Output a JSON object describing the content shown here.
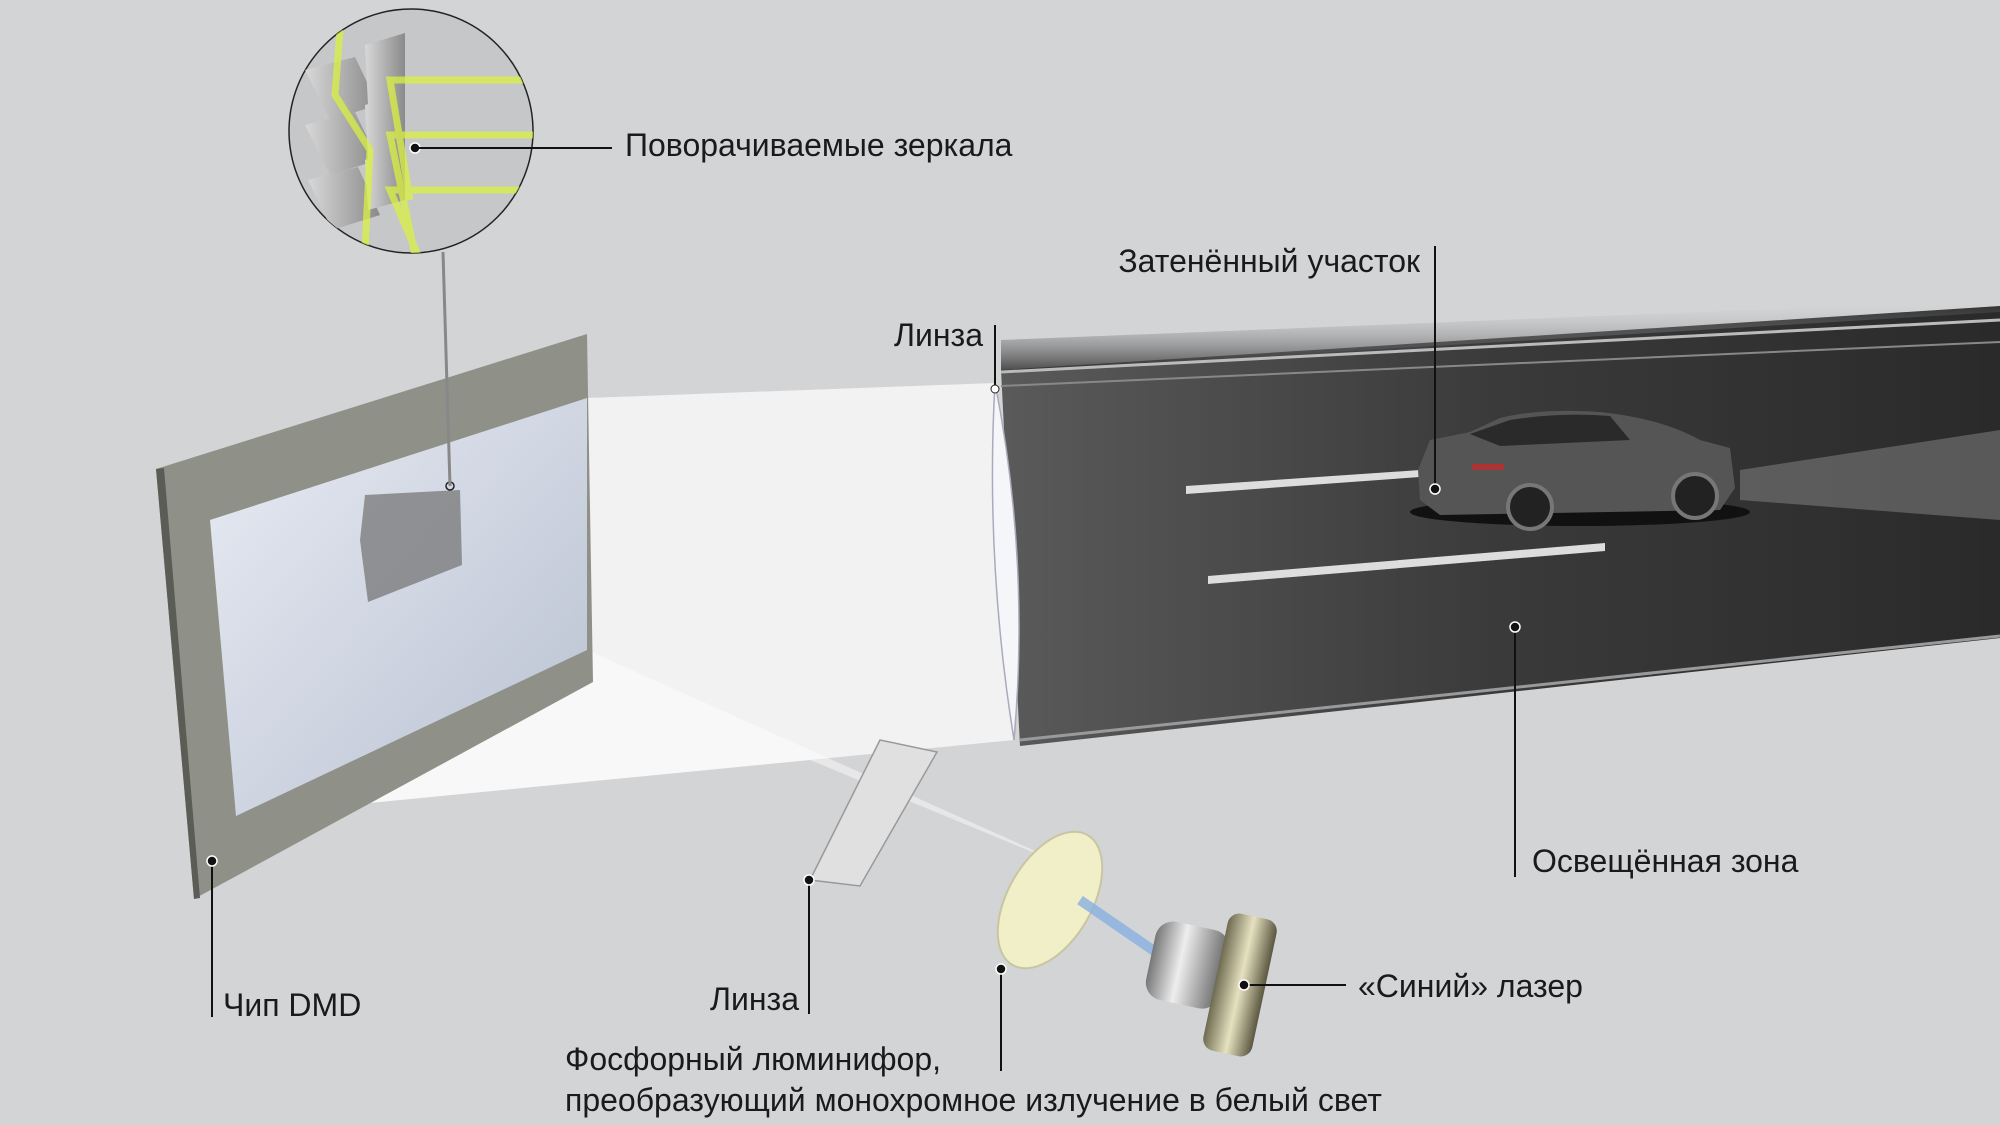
{
  "labels": {
    "mirrors": "Поворачиваемые зеркала",
    "shaded_area": "Затенённый участок",
    "lens_top": "Линза",
    "lit_zone": "Освещённая зона",
    "dmd_chip": "Чип DMD",
    "lens_bottom": "Линза",
    "phosphor_line1": "Фосфорный люминифор,",
    "phosphor_line2": "преобразующий монохромное излучение в белый свет",
    "blue_laser": "«Синий» лазер"
  },
  "colors": {
    "background": "#d3d4d6",
    "road": "#3a3a3a",
    "mirror_beam": "#d8f040",
    "chip_frame": "#8f9188"
  }
}
